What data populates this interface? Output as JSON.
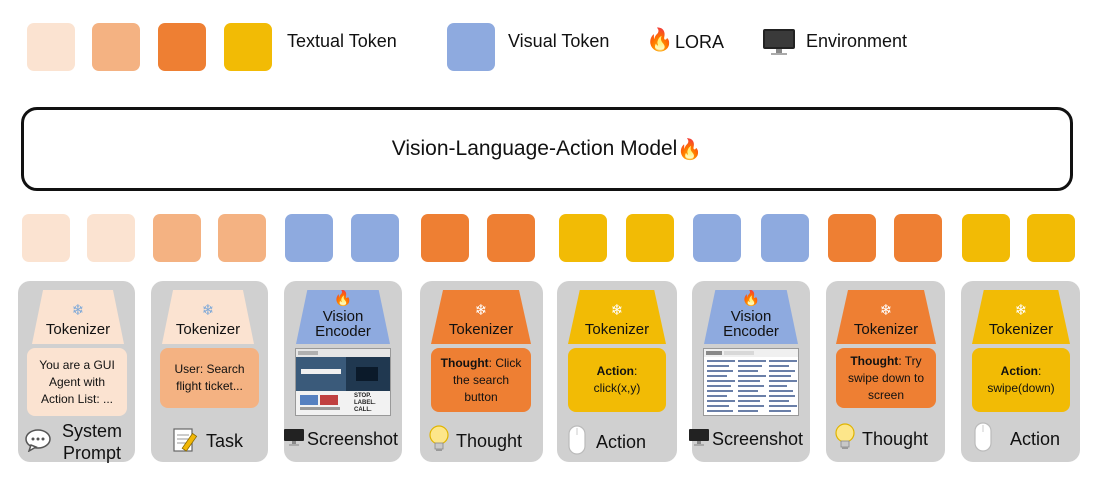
{
  "legend": {
    "textual_label": "Textual Token",
    "visual_label": "Visual Token",
    "lora_icon": "fire-icon",
    "lora_label": "LORA",
    "env_icon": "monitor-icon",
    "env_label": "Environment"
  },
  "model": {
    "label": "Vision-Language-Action Model",
    "icon": "fire-icon"
  },
  "colors": {
    "textual_light": "#fbe3d1",
    "textual_mid": "#f4b282",
    "textual_dark": "#ee7f33",
    "textual_yellow": "#f2bb05",
    "visual": "#8eaadf",
    "panel": "#d0d0d0"
  },
  "columns": [
    {
      "tokenizer": "Tokenizer",
      "tokenizer_icon": "snowflake-icon",
      "content": "You are a GUI Agent with Action List: ...",
      "footer": "System Prompt",
      "footer_icon": "speech-bubble-icon"
    },
    {
      "tokenizer": "Tokenizer",
      "tokenizer_icon": "snowflake-icon",
      "content": "User: Search flight ticket...",
      "footer": "Task",
      "footer_icon": "notepad-pencil-icon"
    },
    {
      "tokenizer": "Vision Encoder",
      "tokenizer_icon": "fire-icon",
      "content_image": "screenshot-thumbnail",
      "footer": "Screenshot",
      "footer_icon": "monitor-icon"
    },
    {
      "tokenizer": "Tokenizer",
      "tokenizer_icon": "snowflake-icon",
      "content_bold": "Thought",
      "content_rest": ": Click the search button",
      "footer": "Thought",
      "footer_icon": "lightbulb-icon"
    },
    {
      "tokenizer": "Tokenizer",
      "tokenizer_icon": "snowflake-icon",
      "content_bold": "Action",
      "content_rest": ": click(x,y)",
      "footer": "Action",
      "footer_icon": "mouse-icon"
    },
    {
      "tokenizer": "Vision Encoder",
      "tokenizer_icon": "fire-icon",
      "content_image": "screenshot-thumbnail",
      "footer": "Screenshot",
      "footer_icon": "monitor-icon"
    },
    {
      "tokenizer": "Tokenizer",
      "tokenizer_icon": "snowflake-icon",
      "content_bold": "Thought",
      "content_rest": ": Try swipe down to screen",
      "footer": "Thought",
      "footer_icon": "lightbulb-icon"
    },
    {
      "tokenizer": "Tokenizer",
      "tokenizer_icon": "snowflake-icon",
      "content_bold": "Action",
      "content_rest": ": swipe(down)",
      "footer": "Action",
      "footer_icon": "mouse-icon"
    }
  ],
  "screenshot_1": {
    "text": "STOP. LABEL. CALL."
  }
}
